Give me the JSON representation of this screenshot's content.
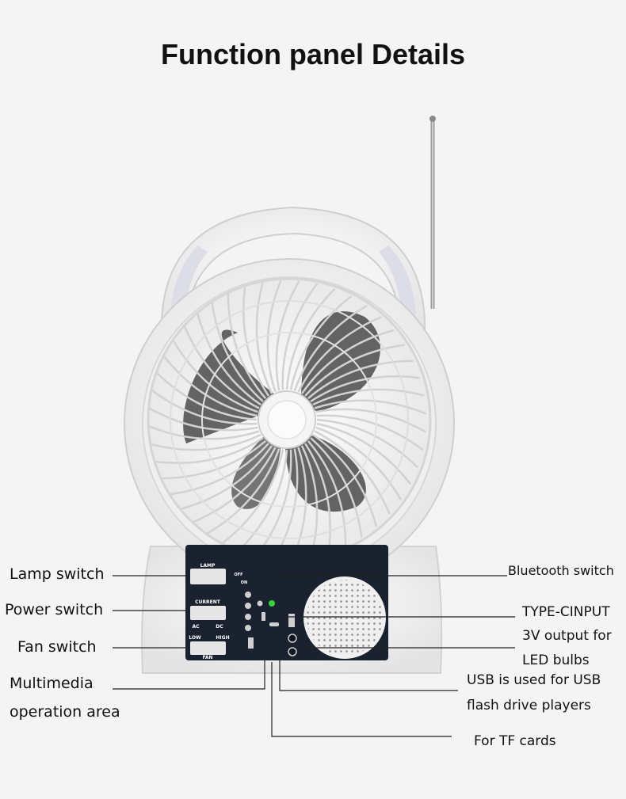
{
  "title": "Function panel Details",
  "labels": {
    "lamp_switch": "Lamp switch",
    "power_switch": "Power switch",
    "fan_switch": "Fan switch",
    "multimedia_line1": "Multimedia",
    "multimedia_line2": "operation area",
    "bluetooth_switch": "Bluetooth switch",
    "type_c_input": "TYPE-CINPUT",
    "output_line1": "3V output for",
    "output_line2": "LED bulbs",
    "usb_line1": "USB is used for USB",
    "usb_line2": "flash drive players",
    "tf_cards": "For TF cards"
  },
  "panel": {
    "lamp": "LAMP",
    "off": "OFF",
    "on": "ON",
    "current": "CURRENT",
    "ac": "AC",
    "dc": "DC",
    "low": "LOW",
    "high": "HIGH",
    "fan": "FAN"
  },
  "colors": {
    "panel_bg": "#1a2230",
    "indicator_green": "#38d140",
    "housing": "#fafafa"
  }
}
